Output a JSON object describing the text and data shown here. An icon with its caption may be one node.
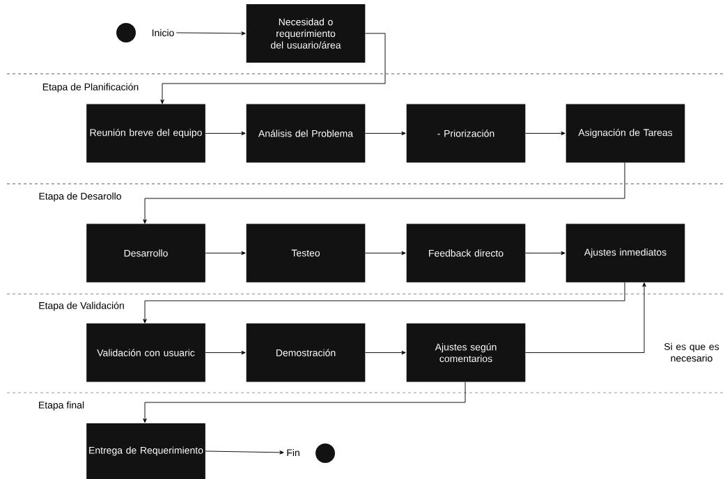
{
  "diagram": {
    "nodes": [
      {
        "text": [],
        "shape": "circle"
      },
      {
        "text": [
          "Inicio"
        ]
      },
      {
        "text": [
          "Necesidad o requerimiento del usuario/área"
        ]
      },
      {
        "text": [
          "Reunión breve del equipo"
        ]
      },
      {
        "text": [
          "Análisis del Problema"
        ]
      },
      {
        "text": [
          "- Priorización"
        ]
      },
      {
        "text": [
          "Asignación de Tareas"
        ]
      },
      {
        "text": [
          "Desarrollo"
        ]
      },
      {
        "text": [
          "Testeo"
        ]
      },
      {
        "text": [
          "Feedback directo"
        ]
      },
      {
        "text": [
          "Ajustes inmediatos"
        ]
      },
      {
        "text": [
          "Validación con usuaric"
        ]
      },
      {
        "text": [
          "Demostración"
        ]
      },
      {
        "text": [
          "Ajustes según comentarios"
        ]
      },
      {
        "text": [
          "Entrega de Requerimiento"
        ]
      },
      {
        "text": [
          "Fin"
        ]
      },
      {
        "text": [],
        "shape": "circle"
      }
    ],
    "edges": [
      {
        "from": 1,
        "to": 2,
        "arrow": "to"
      },
      {
        "from": 2,
        "to": 3,
        "arrow": "to"
      },
      {
        "from": 3,
        "to": 4,
        "arrow": "to"
      },
      {
        "from": 4,
        "to": 5,
        "arrow": "to"
      },
      {
        "from": 5,
        "to": 6,
        "arrow": "to"
      },
      {
        "from": 6,
        "to": 7,
        "arrow": "to"
      },
      {
        "from": 7,
        "to": 8,
        "arrow": "to"
      },
      {
        "from": 8,
        "to": 9,
        "arrow": "to"
      },
      {
        "from": 9,
        "to": 10,
        "arrow": "to"
      },
      {
        "from": 10,
        "to": 11,
        "arrow": "to"
      },
      {
        "from": 11,
        "to": 12,
        "arrow": "to"
      },
      {
        "from": 12,
        "to": 13,
        "arrow": "to"
      },
      {
        "from": 13,
        "to": 10,
        "arrow": "to",
        "label": "Si es que es necesario"
      },
      {
        "from": 13,
        "to": 14,
        "arrow": "to"
      },
      {
        "from": 14,
        "to": 15,
        "arrow": "to"
      }
    ],
    "labels": [
      "Etapa de Planificación",
      "Etapa de Desarollo",
      "Etapa de Validación",
      "Etapa final"
    ]
  }
}
